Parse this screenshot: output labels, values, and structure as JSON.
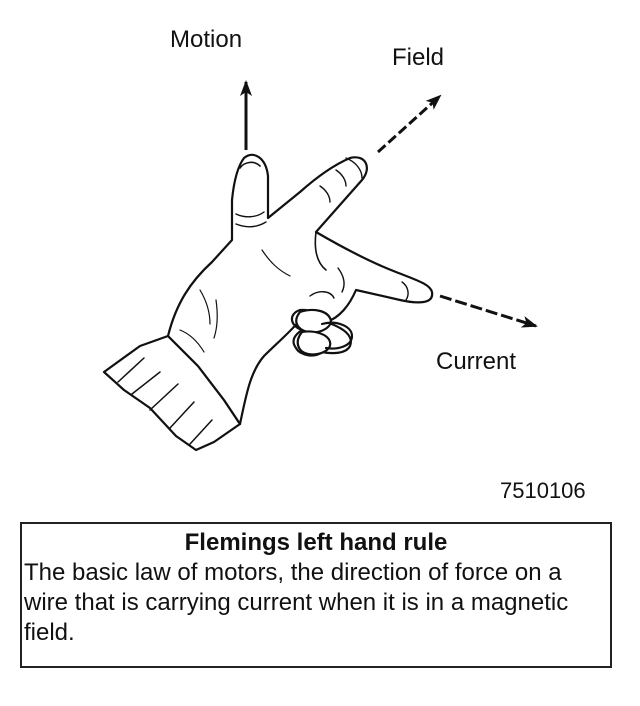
{
  "labels": {
    "motion": "Motion",
    "field": "Field",
    "current": "Current"
  },
  "figure_id": "7510106",
  "caption": {
    "title": "Flemings left hand rule",
    "body": "The basic law of motors, the direction of force on a wire that is carrying current when it is in a magnetic field."
  },
  "colors": {
    "ink": "#111111",
    "background": "#ffffff"
  }
}
